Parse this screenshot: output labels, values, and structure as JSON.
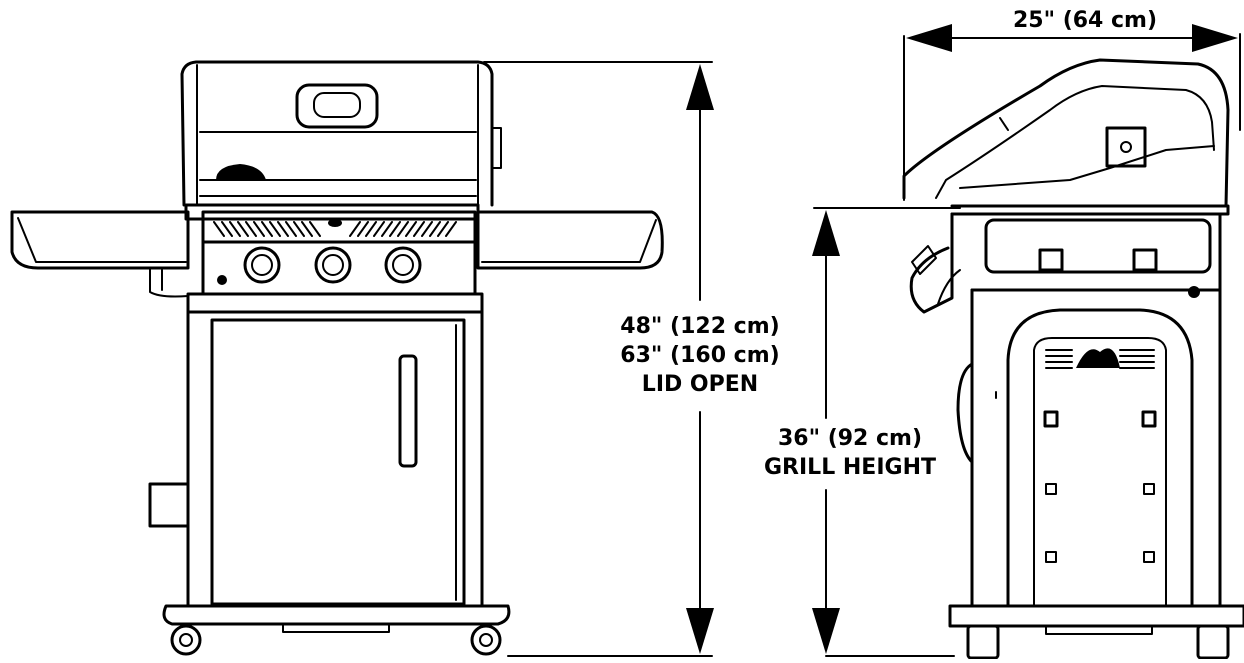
{
  "dimensions": {
    "width": {
      "label": "25\" (64 cm)"
    },
    "overall_height": {
      "line1": "48\" (122 cm)",
      "line2": "63\" (160 cm)",
      "line3": "LID OPEN"
    },
    "grill_height": {
      "line1": "36\" (92 cm)",
      "line2": "GRILL HEIGHT"
    }
  },
  "colors": {
    "line": "#000000",
    "background": "#ffffff"
  }
}
